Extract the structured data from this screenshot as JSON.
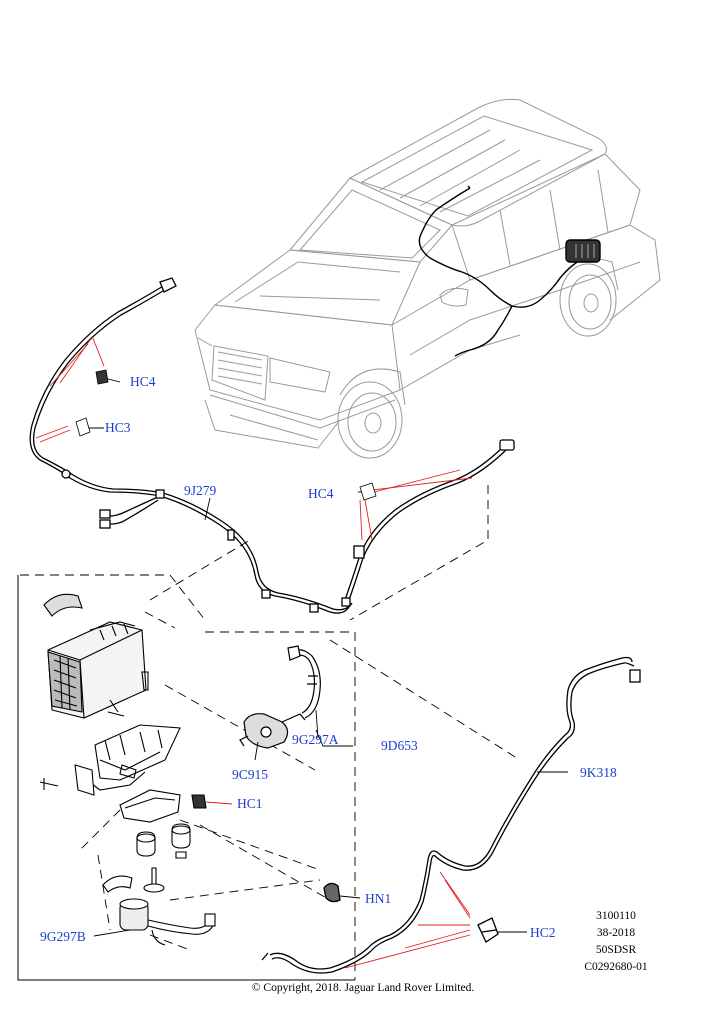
{
  "callouts": {
    "hc4_upper": "HC4",
    "hc3": "HC3",
    "j279": "9J279",
    "hc4_right": "HC4",
    "g297a": "9G297A",
    "d653": "9D653",
    "c915": "9C915",
    "hc1": "HC1",
    "k318": "9K318",
    "hn1": "HN1",
    "g297b": "9G297B",
    "hc2": "HC2"
  },
  "reference": {
    "line1": "3100110",
    "line2": "38-2018",
    "line3": "50SDSR",
    "line4": "C0292680-01"
  },
  "copyright": "© Copyright, 2018. Jaguar Land Rover Limited.",
  "colors": {
    "callout_text": "#1a3fd0",
    "leader_line": "#e02020",
    "line_art": "#000000"
  }
}
